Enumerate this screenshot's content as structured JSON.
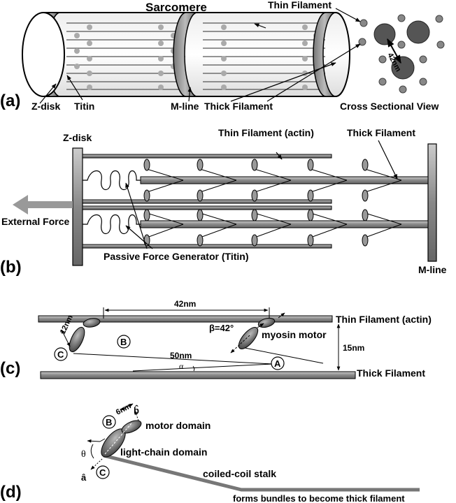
{
  "panel_a": {
    "label": "(a)",
    "title": "Sarcomere",
    "thin_filament": "Thin Filament",
    "z_disk": "Z-disk",
    "titin": "Titin",
    "m_line": "M-line",
    "thick_filament": "Thick Filament",
    "cross_section_label": "Cross Sectional View",
    "spacing": "42nm"
  },
  "panel_b": {
    "label": "(b)",
    "z_disk": "Z-disk",
    "thin_filament": "Thin Filament (actin)",
    "thick_filament": "Thick Filament",
    "external_force": "External Force",
    "passive_force": "Passive Force Generator (Titin)",
    "m_line": "M-line"
  },
  "panel_c": {
    "label": "(c)",
    "spacing_42": "42nm",
    "length_12": "12nm",
    "beta": "β=42°",
    "myosin_motor": "myosin motor",
    "thin_filament": "Thin Filament (actin)",
    "height_15": "15nm",
    "length_50": "50nm",
    "alpha": "α",
    "thick_filament": "Thick Filament",
    "point_a": "A",
    "point_b": "B",
    "point_c": "C"
  },
  "panel_d": {
    "label": "(d)",
    "length_6": "6nm",
    "b_hat": "b̂",
    "a_hat": "â",
    "theta": "θ",
    "motor_domain": "motor domain",
    "light_chain": "light-chain domain",
    "stalk": "coiled-coil stalk",
    "bundles": "forms bundles to become thick filament",
    "point_b": "B",
    "point_c": "C"
  }
}
